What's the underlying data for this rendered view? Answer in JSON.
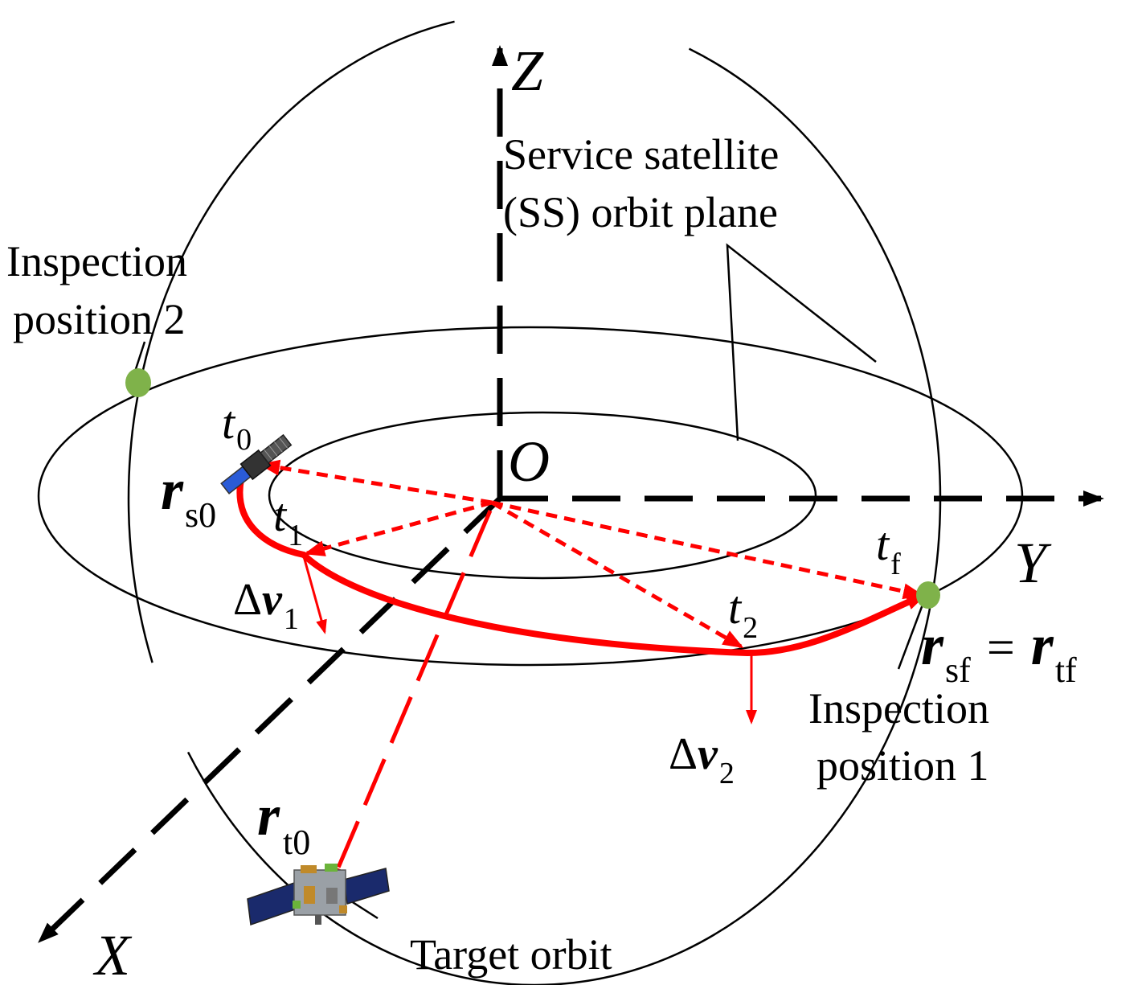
{
  "labels": {
    "axis_x": "X",
    "axis_y": "Y",
    "axis_z": "Z",
    "origin": "O",
    "ss_orbit_line1": "Service satellite",
    "ss_orbit_line2": "(SS) orbit plane",
    "insp2_line1": "Inspection",
    "insp2_line2": "position 2",
    "insp1_line1": "Inspection",
    "insp1_line2": "position 1",
    "target_orbit": "Target orbit",
    "t0": "t",
    "t0_sub": "0",
    "t1": "t",
    "t1_sub": "1",
    "t2": "t",
    "t2_sub": "2",
    "tf": "t",
    "tf_sub": "f",
    "rs0": "r",
    "rs0_sub": "s0",
    "rt0": "r",
    "rt0_sub": "t0",
    "rsf": "r",
    "rsf_sub": "sf",
    "eq": "=",
    "rtf": "r",
    "rtf_sub": "tf",
    "dv1": "Δ",
    "dv1_v": "v",
    "dv1_sub": "1",
    "dv2": "Δ",
    "dv2_v": "v",
    "dv2_sub": "2"
  },
  "colors": {
    "axis": "#000000",
    "orbit": "#000000",
    "trajectory": "#ff0000",
    "inspection_point": "#7fb24a"
  },
  "icons": {
    "service_satellite": "satellite-icon",
    "target_satellite": "target-satellite-icon"
  }
}
